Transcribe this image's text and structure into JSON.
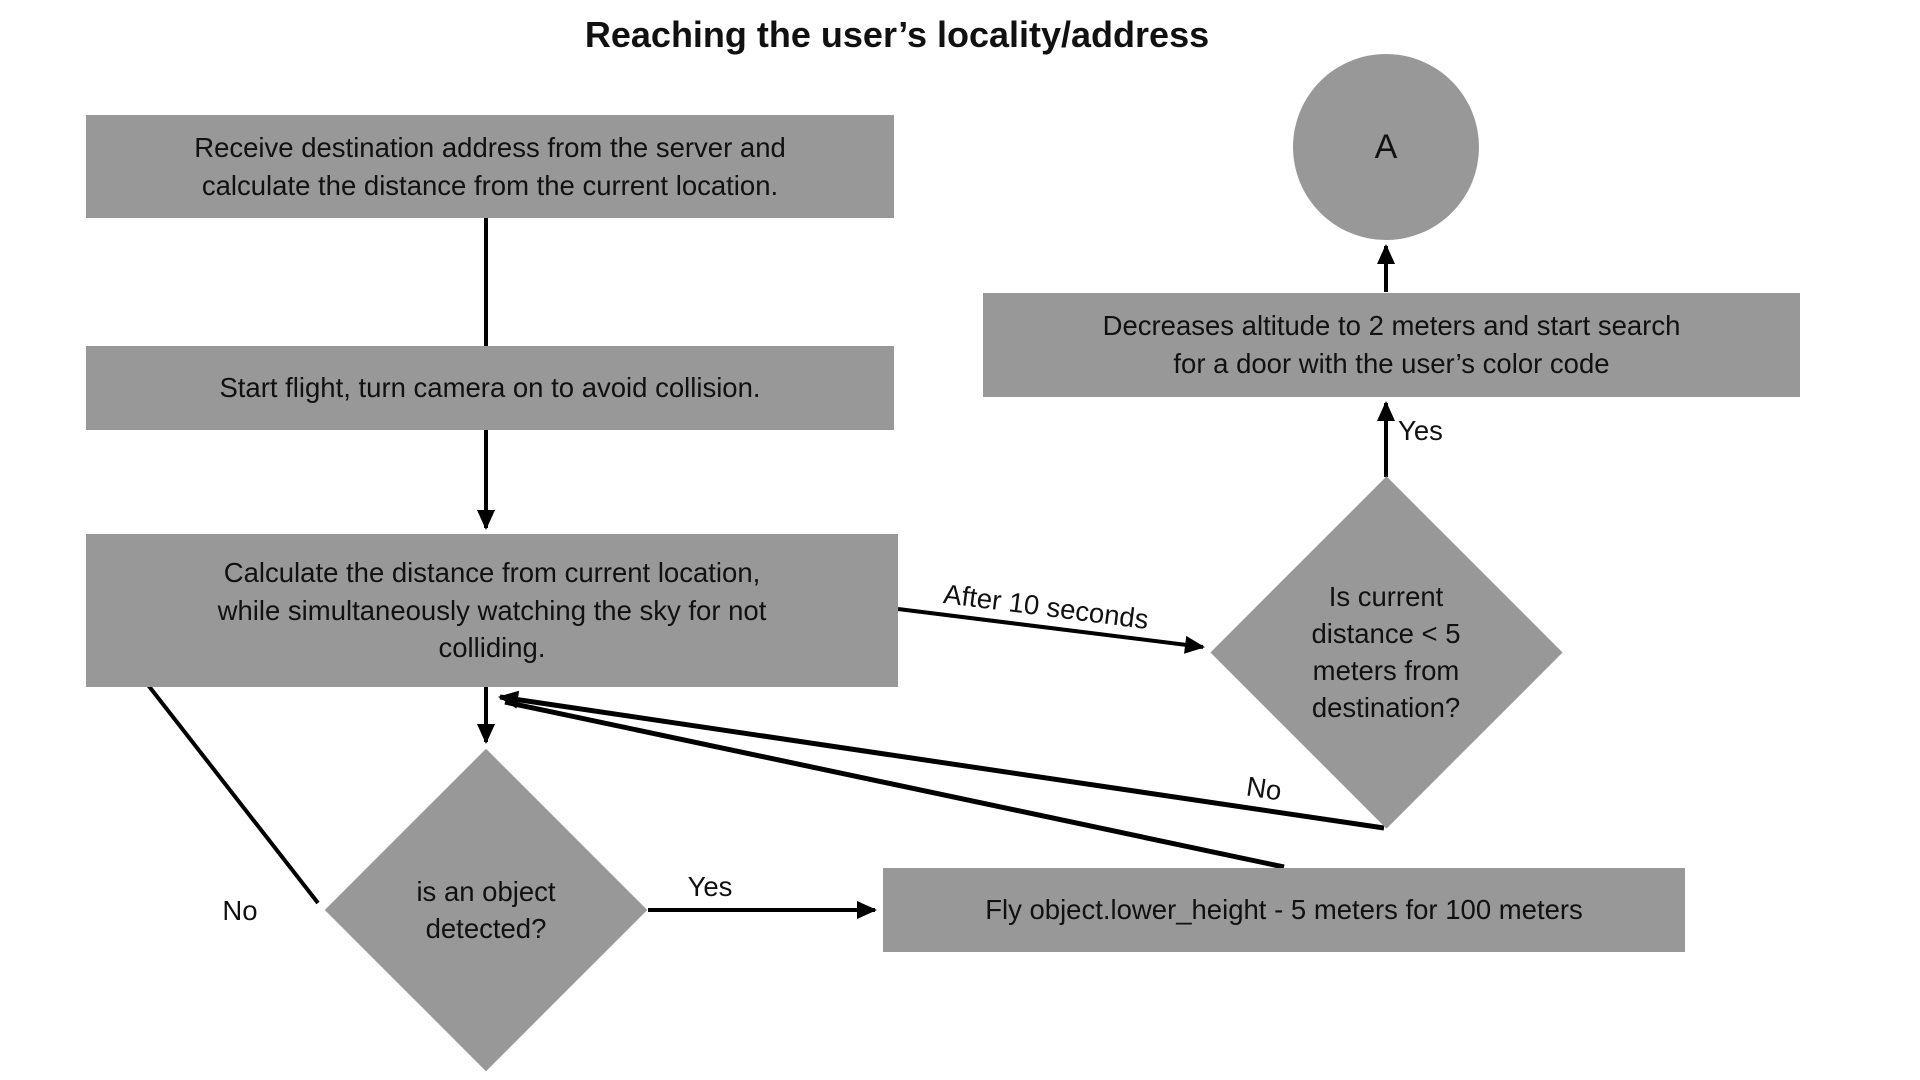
{
  "title": "Reaching the user’s locality/address",
  "nodes": {
    "receive": {
      "text": "Receive destination address from the server and\ncalculate the distance from the current location."
    },
    "start_flight": {
      "text": "Start flight, turn camera on to avoid collision."
    },
    "calculate": {
      "text": "Calculate the distance from current location,\nwhile simultaneously watching the sky for not\ncolliding."
    },
    "object_detected": {
      "text": "is an object\ndetected?"
    },
    "fly": {
      "text": "Fly object.lower_height - 5 meters for 100 meters"
    },
    "distance_check": {
      "text": "Is current\ndistance < 5\nmeters from\ndestination?"
    },
    "decrease_altitude": {
      "text": "Decreases altitude to 2 meters and start search\nfor a door with the user’s color code"
    },
    "connector_a": {
      "text": "A"
    }
  },
  "labels": {
    "after_10_seconds": "After 10 seconds",
    "yes_object": "Yes",
    "no_object": "No",
    "yes_distance": "Yes",
    "no_distance": "No"
  },
  "edges": [
    {
      "from": "receive",
      "to": "start_flight",
      "label": ""
    },
    {
      "from": "start_flight",
      "to": "calculate",
      "label": ""
    },
    {
      "from": "calculate",
      "to": "object_detected",
      "label": ""
    },
    {
      "from": "object_detected",
      "to": "fly",
      "label": "Yes"
    },
    {
      "from": "object_detected",
      "to": "calculate",
      "label": "No"
    },
    {
      "from": "calculate",
      "to": "distance_check",
      "label": "After 10 seconds"
    },
    {
      "from": "distance_check",
      "to": "decrease_altitude",
      "label": "Yes"
    },
    {
      "from": "distance_check",
      "to": "calculate",
      "label": "No"
    },
    {
      "from": "fly",
      "to": "calculate",
      "label": ""
    },
    {
      "from": "decrease_altitude",
      "to": "connector_a",
      "label": ""
    }
  ],
  "colors": {
    "node_fill": "#989898",
    "text": "#111111",
    "arrow": "#000000",
    "background": "#ffffff"
  }
}
